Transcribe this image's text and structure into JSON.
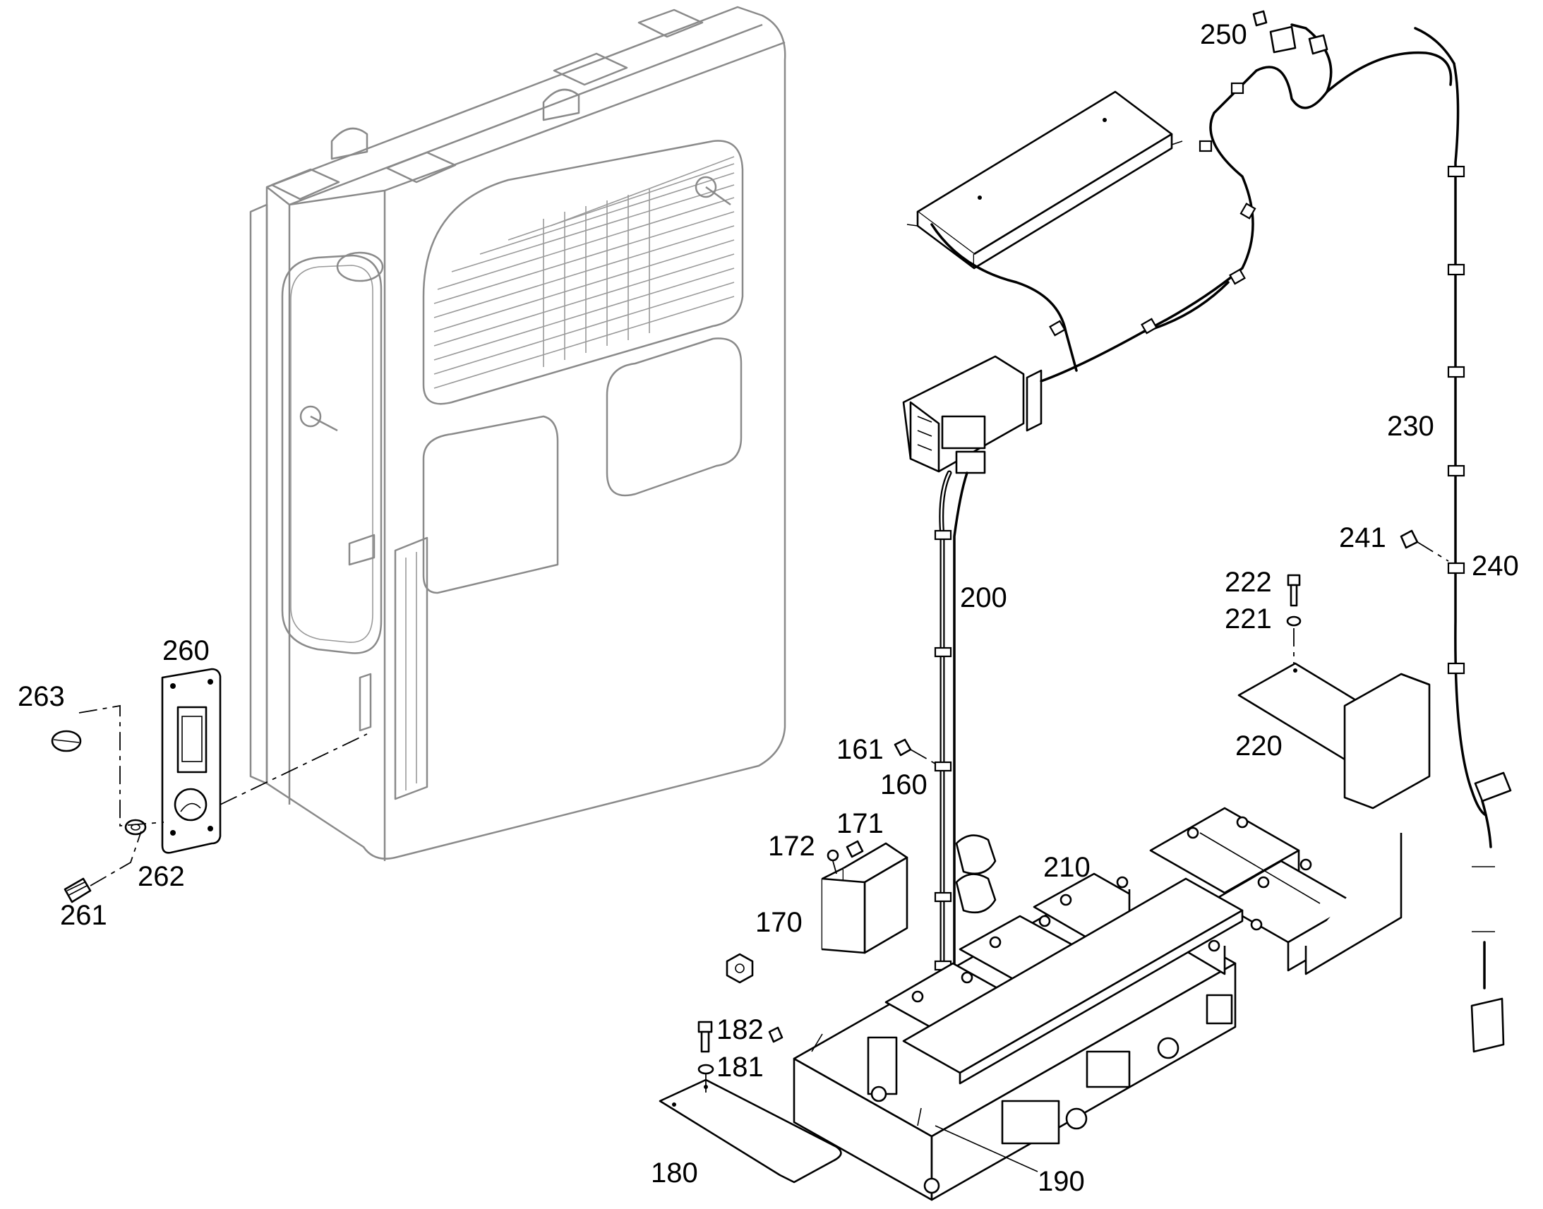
{
  "callouts": [
    {
      "id": "c250",
      "text": "250"
    },
    {
      "id": "c230",
      "text": "230"
    },
    {
      "id": "c241",
      "text": "241"
    },
    {
      "id": "c240",
      "text": "240"
    },
    {
      "id": "c222",
      "text": "222"
    },
    {
      "id": "c221",
      "text": "221"
    },
    {
      "id": "c220",
      "text": "220"
    },
    {
      "id": "c200",
      "text": "200"
    },
    {
      "id": "c161",
      "text": "161"
    },
    {
      "id": "c160",
      "text": "160"
    },
    {
      "id": "c171",
      "text": "171"
    },
    {
      "id": "c172",
      "text": "172"
    },
    {
      "id": "c170",
      "text": "170"
    },
    {
      "id": "c210",
      "text": "210"
    },
    {
      "id": "c182",
      "text": "182"
    },
    {
      "id": "c181",
      "text": "181"
    },
    {
      "id": "c180",
      "text": "180"
    },
    {
      "id": "c190",
      "text": "190"
    },
    {
      "id": "c260",
      "text": "260"
    },
    {
      "id": "c263",
      "text": "263"
    },
    {
      "id": "c262",
      "text": "262"
    },
    {
      "id": "c261",
      "text": "261"
    }
  ]
}
